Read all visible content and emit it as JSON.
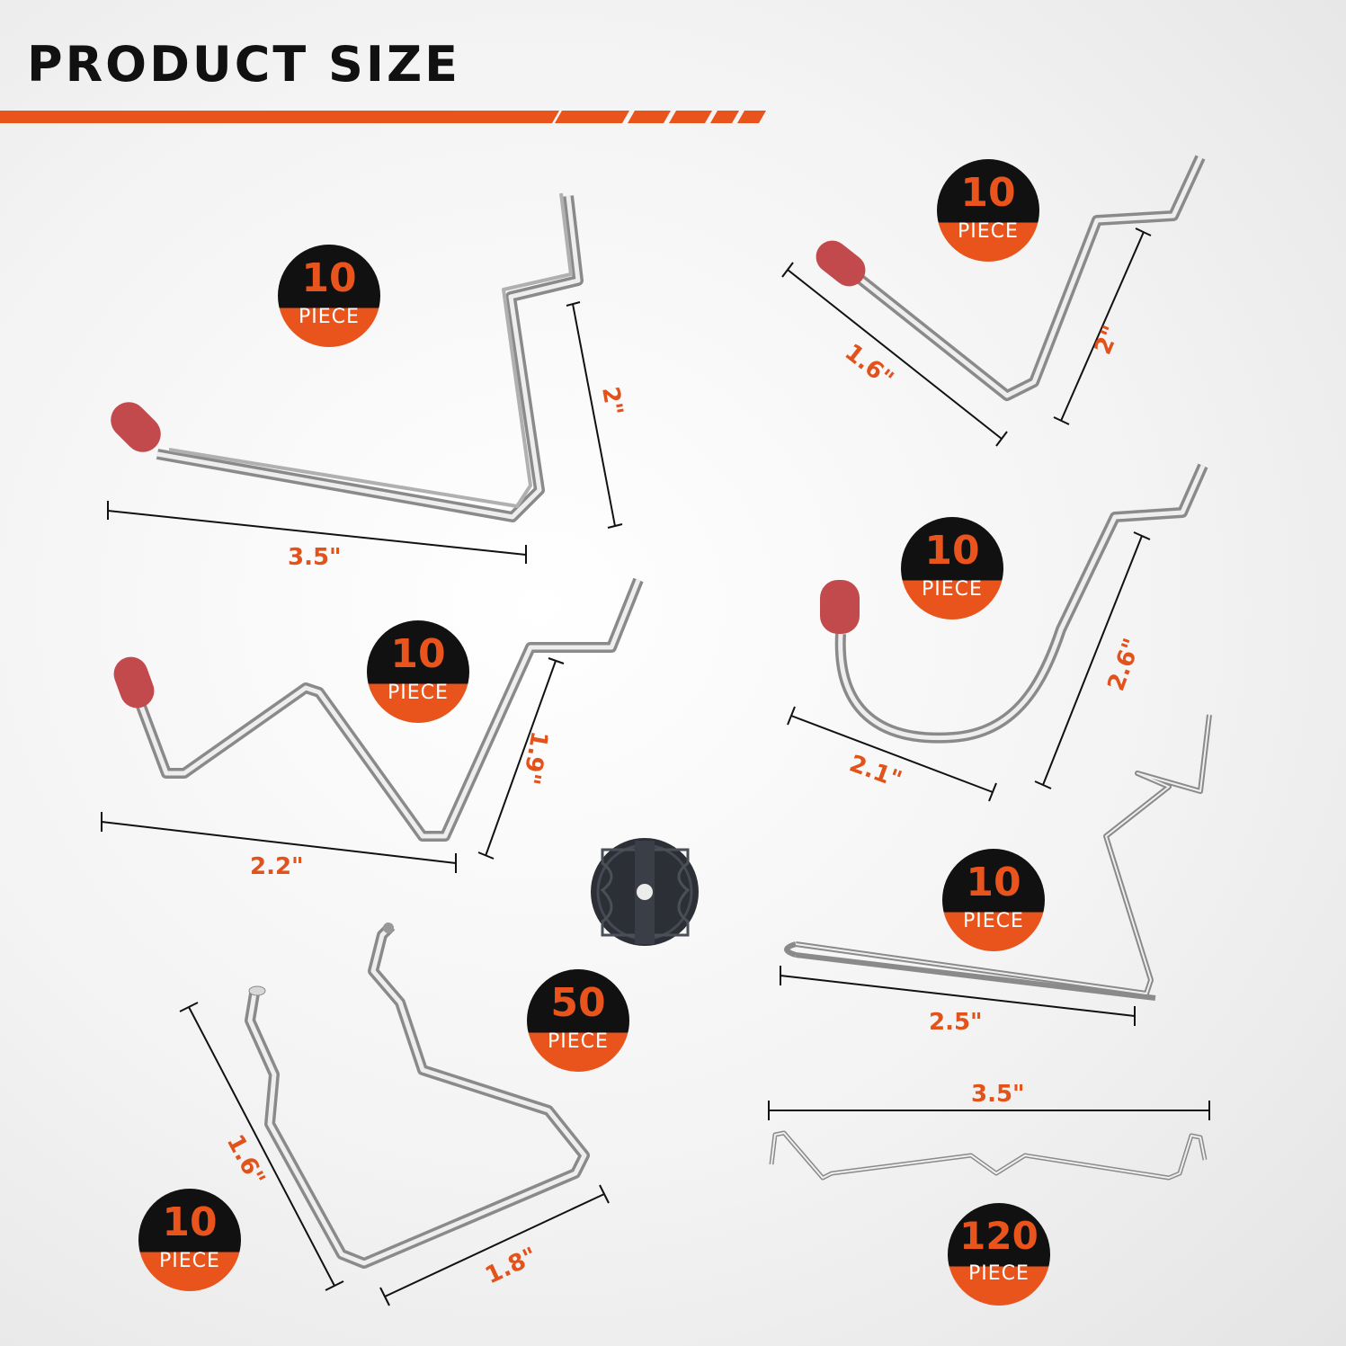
{
  "header": {
    "title": "PRODUCT SIZE",
    "accent_color": "#e8541c"
  },
  "items": [
    {
      "id": "long-hook",
      "count": "10",
      "unit": "PIECE",
      "dims": [
        "2\"",
        "3.5\""
      ]
    },
    {
      "id": "angled-hook",
      "count": "10",
      "unit": "PIECE",
      "dims": [
        "1.6\"",
        "2\""
      ]
    },
    {
      "id": "zigzag-hook",
      "count": "10",
      "unit": "PIECE",
      "dims": [
        "1.9\"",
        "2.2\""
      ]
    },
    {
      "id": "j-hook",
      "count": "10",
      "unit": "PIECE",
      "dims": [
        "2.1\"",
        "2.6\""
      ]
    },
    {
      "id": "lock-washer",
      "count": "50",
      "unit": "PIECE",
      "dims": []
    },
    {
      "id": "straight-hook",
      "count": "10",
      "unit": "PIECE",
      "dims": [
        "2.5\""
      ]
    },
    {
      "id": "double-loop-hook",
      "count": "10",
      "unit": "PIECE",
      "dims": [
        "1.6\"",
        "1.8\""
      ]
    },
    {
      "id": "peg-clip",
      "count": "120",
      "unit": "PIECE",
      "dims": [
        "3.5\""
      ]
    }
  ]
}
